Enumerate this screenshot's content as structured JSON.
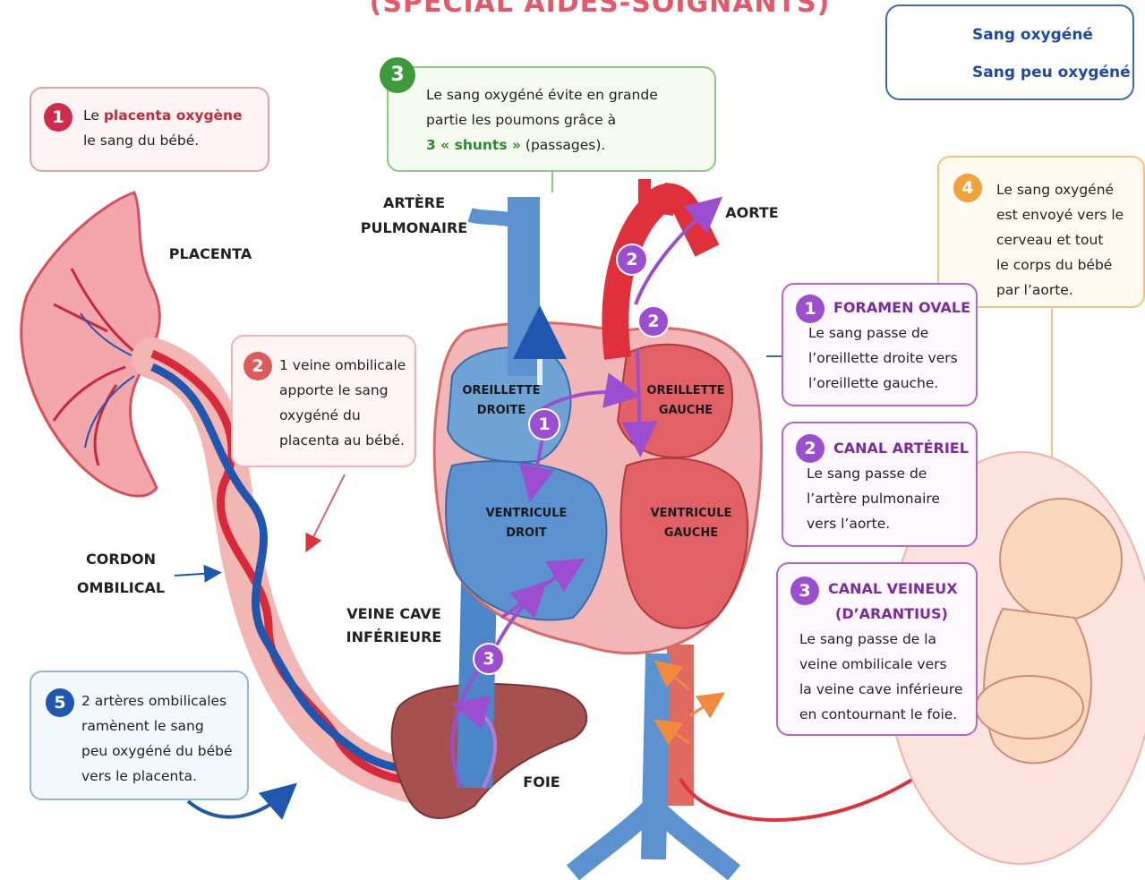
{
  "title": "(SPÉCIAL AIDES-SOIGNANTS)",
  "colors": {
    "oxygenated": "#e0303c",
    "deoxygenated": "#1f57b0",
    "shunt": "#9b4fd0",
    "pink_box": "#e8a1ab",
    "green_box": "#8cc97c",
    "orange_box": "#f4c27e",
    "blue_box": "#8eb8de",
    "purple_box": "#b866cc"
  },
  "legend": {
    "oxygenated": "Sang oxygéné",
    "deoxygenated": "Sang peu oxygéné"
  },
  "steps": {
    "s1": {
      "num": "1",
      "pre": "Le ",
      "highlight": "placenta oxygène",
      "line2": "le sang du bébé."
    },
    "s2": {
      "num": "2",
      "lines": [
        "1 veine ombilicale",
        "apporte le sang",
        "oxygéné du",
        "placenta au bébé."
      ]
    },
    "s3": {
      "num": "3",
      "line1": "Le sang oxygéné évite en grande",
      "line2": "partie les poumons grâce à",
      "highlight": "3 « shunts »",
      "post": " (passages)."
    },
    "s4": {
      "num": "4",
      "lines": [
        "Le sang oxygéné",
        "est envoyé vers le",
        "cerveau et tout",
        "le corps du bébé",
        "par l’aorte."
      ]
    },
    "s5": {
      "num": "5",
      "lines": [
        "2 artères ombilicales",
        "ramènent le sang",
        "peu oxygéné du bébé",
        "vers le placenta."
      ]
    }
  },
  "shunts": [
    {
      "num": "1",
      "title": "FORAMEN OVALE",
      "title2": "",
      "lines": [
        "Le sang passe de",
        "l’oreillette droite vers",
        "l’oreillette gauche."
      ]
    },
    {
      "num": "2",
      "title": "CANAL ARTÉRIEL",
      "title2": "",
      "lines": [
        "Le sang passe de",
        "l’artère pulmonaire",
        "vers l’aorte."
      ]
    },
    {
      "num": "3",
      "title": "CANAL VEINEUX",
      "title2": "(D’ARANTIUS)",
      "lines": [
        "Le sang passe de la",
        "veine ombilicale vers",
        "la veine cave inférieure",
        "en contournant le foie."
      ]
    }
  ],
  "labels": {
    "placenta": "PLACENTA",
    "cordon_1": "CORDON",
    "cordon_2": "OMBILICAL",
    "artere_1": "ARTÈRE",
    "artere_2": "PULMONAIRE",
    "aorte": "AORTE",
    "veine_1": "VEINE CAVE",
    "veine_2": "INFÉRIEURE",
    "foie": "FOIE",
    "od_1": "OREILLETTE",
    "od_2": "DROITE",
    "og_1": "OREILLETTE",
    "og_2": "GAUCHE",
    "vd_1": "VENTRICULE",
    "vd_2": "DROIT",
    "vg_1": "VENTRICULE",
    "vg_2": "GAUCHE"
  },
  "markers": [
    "1",
    "2",
    "2",
    "3"
  ]
}
